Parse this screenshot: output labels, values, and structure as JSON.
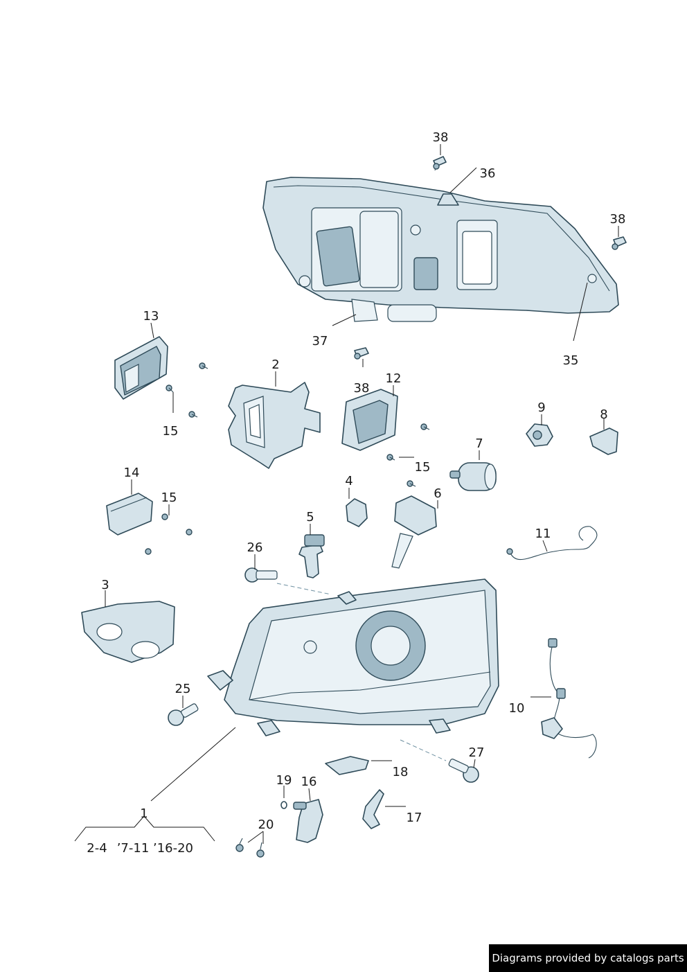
{
  "callouts": {
    "c1": "1",
    "c2": "2",
    "c3": "3",
    "c4": "4",
    "c5": "5",
    "c6": "6",
    "c7": "7",
    "c8": "8",
    "c9": "9",
    "c10": "10",
    "c11": "11",
    "c12": "12",
    "c13": "13",
    "c14": "14",
    "c15a": "15",
    "c15b": "15",
    "c15c": "15",
    "c16": "16",
    "c17": "17",
    "c18": "18",
    "c19": "19",
    "c20": "20",
    "c25": "25",
    "c26": "26",
    "c27": "27",
    "c35": "35",
    "c36": "36",
    "c37": "37",
    "c38a": "38",
    "c38b": "38",
    "c38c": "38"
  },
  "variants": {
    "v1": "2-4",
    "v2": "’7-11",
    "v3": "’16-20"
  },
  "footer": {
    "text": "Diagrams provided by catalogs parts"
  },
  "colors": {
    "part_fill": "#d5e3ea",
    "part_stroke": "#2e4a58",
    "footer_bg": "#000000"
  }
}
